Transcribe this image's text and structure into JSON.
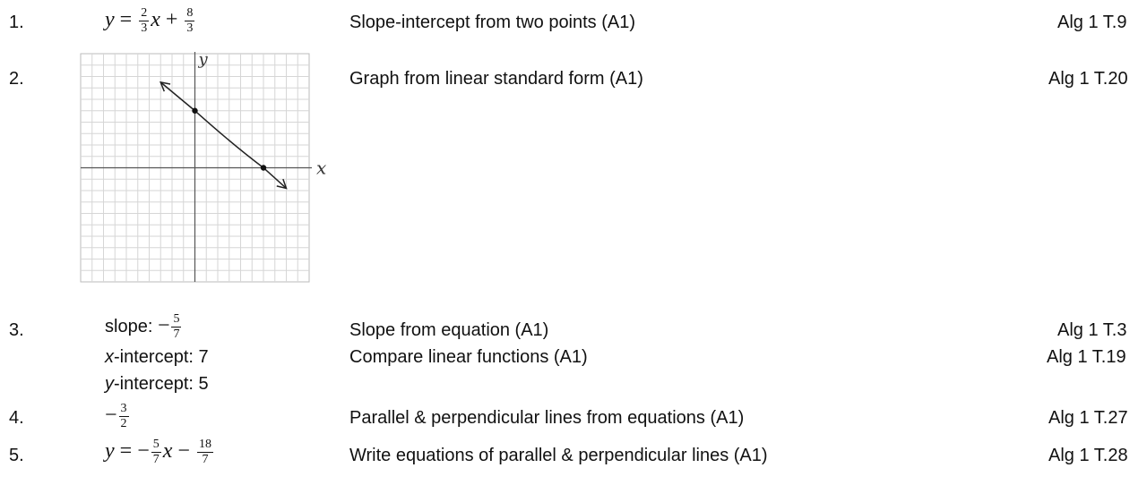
{
  "rows": [
    {
      "number": "1.",
      "answer": {
        "lhs": "y",
        "eq": "=",
        "f1": {
          "num": "2",
          "den": "3"
        },
        "var": "x",
        "op": "+",
        "f2": {
          "num": "8",
          "den": "3"
        }
      },
      "topic": "Slope-intercept from two points (A1)",
      "code": "Alg 1 T.9"
    },
    {
      "number": "2.",
      "topic": "Graph from linear standard form (A1)",
      "code": "Alg 1 T.20"
    },
    {
      "number": "3.",
      "slope_label": "slope:",
      "slope_sign": "−",
      "slope_frac": {
        "num": "5",
        "den": "7"
      },
      "xint_var": "x",
      "xint_rest": "-intercept: 7",
      "yint_var": "y",
      "yint_rest": "-intercept: 5",
      "topic": "Slope from equation (A1)",
      "code": "Alg 1 T.3",
      "topic2": "Compare linear functions (A1)",
      "code2": "Alg 1 T.19"
    },
    {
      "number": "4.",
      "answer_sign": "−",
      "answer_frac": {
        "num": "3",
        "den": "2"
      },
      "topic": "Parallel & perpendicular lines from equations (A1)",
      "code": "Alg 1 T.27"
    },
    {
      "number": "5.",
      "answer": {
        "lhs": "y",
        "eq": "=",
        "sign": "−",
        "f1": {
          "num": "5",
          "den": "7"
        },
        "var": "x",
        "op": "−",
        "f2": {
          "num": "18",
          "den": "7"
        }
      },
      "topic": "Write equations of parallel & perpendicular lines (A1)",
      "code": "Alg 1 T.28"
    }
  ],
  "graph": {
    "x_axis_label": "x",
    "y_axis_label": "y",
    "grid_cells": 20,
    "x_range": [
      -10,
      10
    ],
    "y_range": [
      -10,
      10
    ],
    "points": [
      [
        0,
        5
      ],
      [
        6,
        0
      ]
    ],
    "arrow_start": [
      -3,
      7.5
    ],
    "arrow_end": [
      8,
      -1.8
    ]
  }
}
